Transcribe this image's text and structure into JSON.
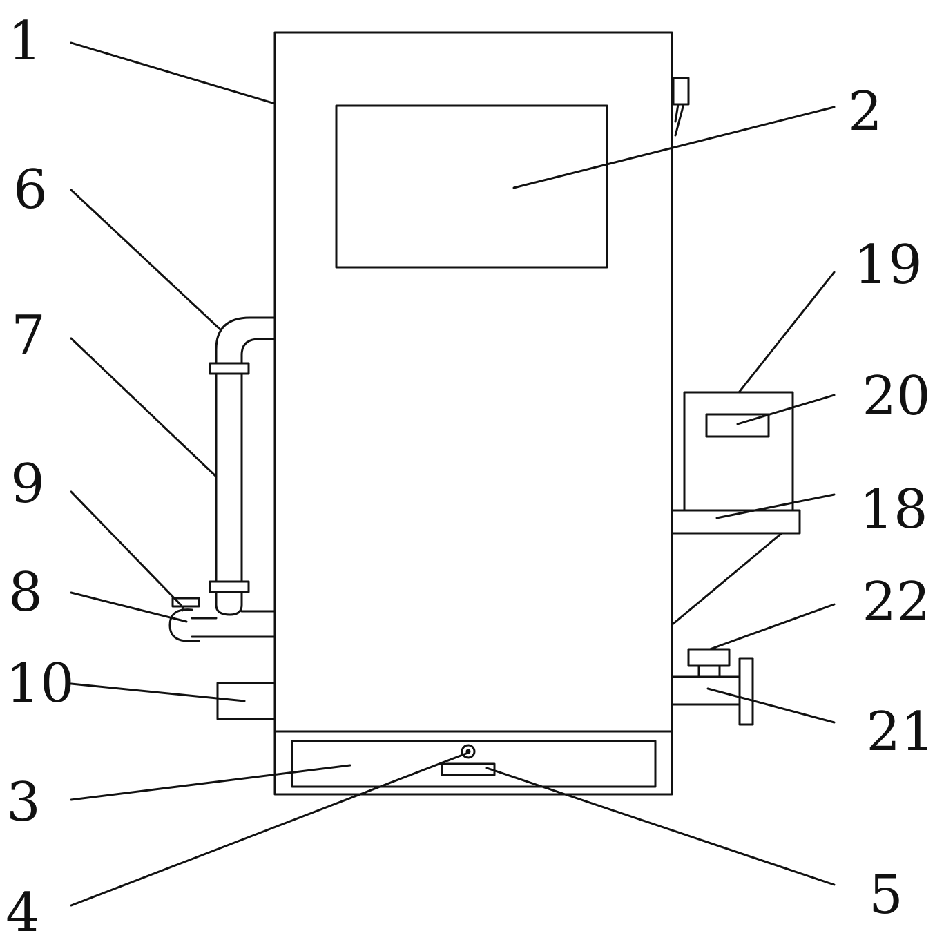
{
  "labels": {
    "l1": "1",
    "l2": "2",
    "l3": "3",
    "l4": "4",
    "l5": "5",
    "l6": "6",
    "l7": "7",
    "l8": "8",
    "l9": "9",
    "l10": "10",
    "l18": "18",
    "l19": "19",
    "l20": "20",
    "l21": "21",
    "l22": "22"
  }
}
